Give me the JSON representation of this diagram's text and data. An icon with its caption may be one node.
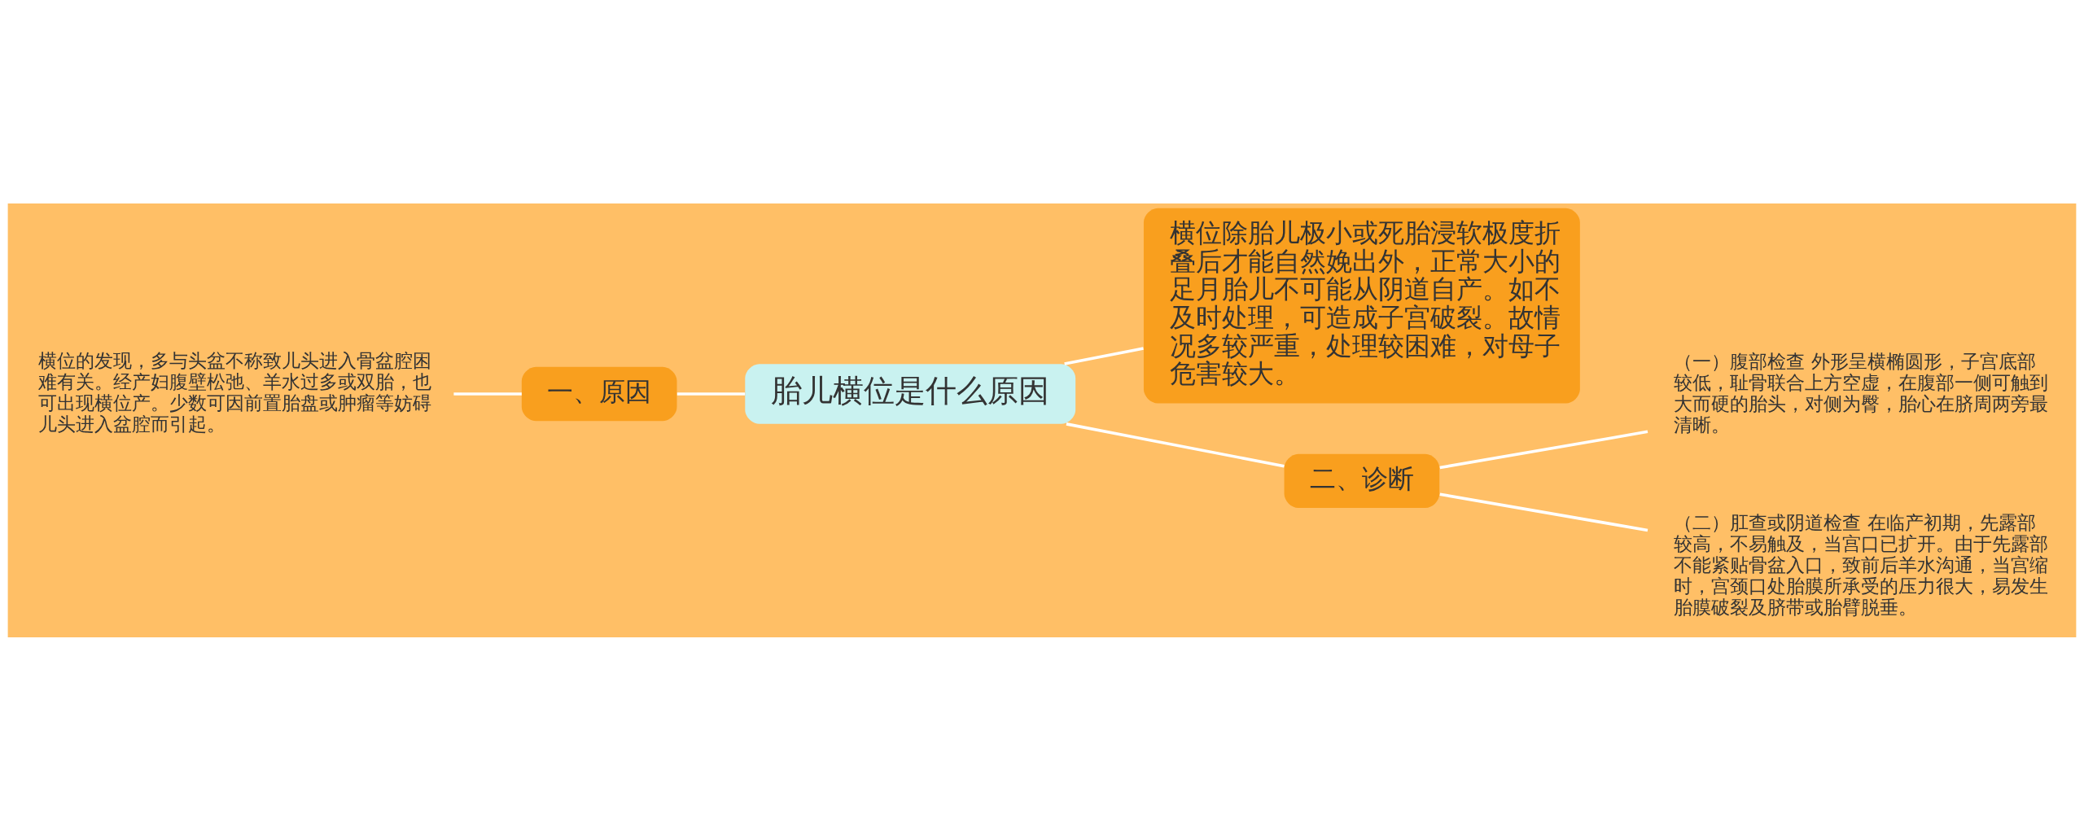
{
  "diagram": {
    "nodes": [
      {
        "text": [
          "胎儿横位是什么原因"
        ]
      },
      {
        "text": [
          "一、原因"
        ]
      },
      {
        "text": [
          "横位的发现，多与头盆不称致儿头进入骨盆腔困难有关。经产妇腹壁松弛、羊水过多或双胎，也可出现横位产。少数可因前置胎盘或肿瘤等妨碍儿头进入盆腔而引起。"
        ]
      },
      {
        "text": [
          "横位除胎儿极小或死胎浸软极度折叠后才能自然娩出外，正常大小的足月胎儿不可能从阴道自产。如不及时处理，可造成子宫破裂。故情况多较严重，处理较困难，对母子危害较大。"
        ]
      },
      {
        "text": [
          "二、诊断"
        ]
      },
      {
        "text": [
          "（一）腹部检查 外形呈横椭圆形，子宫底部较低，耻骨联合上方空虚，在腹部一侧可触到大而硬的胎头，对侧为臀，胎心在脐周两旁最清晰。"
        ]
      },
      {
        "text": [
          "（二）肛查或阴道检查 在临产初期，先露部较高，不易触及，当宫口已扩开。由于先露部不能紧贴骨盆入口，致前后羊水沟通，当宫缩时，宫颈口处胎膜所承受的压力很大，易发生胎膜破裂及脐带或胎臂脱垂。"
        ]
      }
    ],
    "edges": [
      {
        "from": 0,
        "to": 1,
        "arrow": "none"
      },
      {
        "from": 1,
        "to": 2,
        "arrow": "none"
      },
      {
        "from": 0,
        "to": 3,
        "arrow": "none"
      },
      {
        "from": 0,
        "to": 4,
        "arrow": "none"
      },
      {
        "from": 4,
        "to": 5,
        "arrow": "none"
      },
      {
        "from": 4,
        "to": 6,
        "arrow": "none"
      }
    ]
  }
}
